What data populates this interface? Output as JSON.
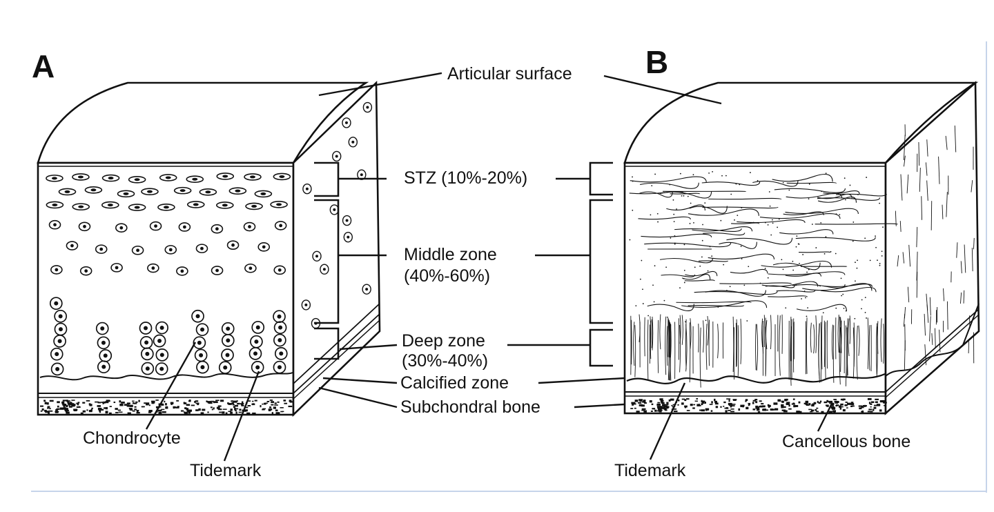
{
  "panels": {
    "a": "A",
    "b": "B"
  },
  "labels": {
    "articular_surface": "Articular surface",
    "stz": "STZ (10%-20%)",
    "middle_zone_line1": "Middle zone",
    "middle_zone_line2": "(40%-60%)",
    "deep_zone_line1": "Deep zone",
    "deep_zone_line2": "(30%-40%)",
    "calcified_zone": "Calcified zone",
    "subchondral_bone": "Subchondral bone",
    "chondrocyte": "Chondrocyte",
    "tidemark_a": "Tidemark",
    "tidemark_b": "Tidemark",
    "cancellous_bone": "Cancellous bone"
  },
  "colors": {
    "ink": "#111111",
    "frame": "#c6d4ea",
    "background": "#ffffff"
  }
}
